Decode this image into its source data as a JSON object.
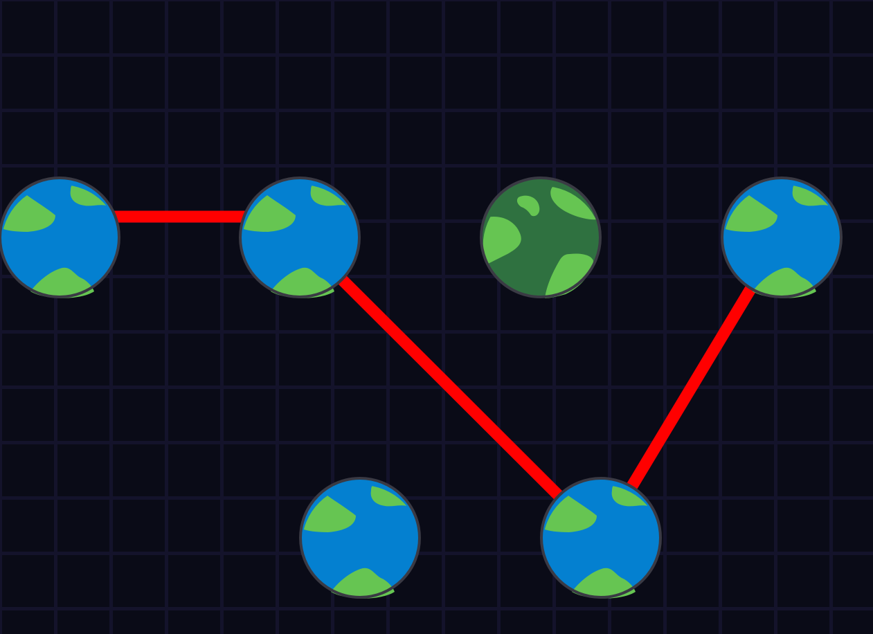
{
  "colors": {
    "background": "#0a0b17",
    "grid": "#14132b",
    "link": "#ff0000",
    "ocean": "#0480d0",
    "land": "#66c552",
    "dark_planet": "#2f7140",
    "outline": "#3a3a44"
  },
  "planets": [
    {
      "id": "p1",
      "icon": "earth-icon",
      "variant": "blue"
    },
    {
      "id": "p2",
      "icon": "earth-icon",
      "variant": "blue"
    },
    {
      "id": "p3",
      "icon": "earth-icon",
      "variant": "green"
    },
    {
      "id": "p4",
      "icon": "earth-icon",
      "variant": "blue"
    },
    {
      "id": "p5",
      "icon": "earth-icon",
      "variant": "blue"
    },
    {
      "id": "p6",
      "icon": "earth-icon",
      "variant": "blue"
    }
  ],
  "links": [
    {
      "from": "p1",
      "to": "p2"
    },
    {
      "from": "p2",
      "to": "p6"
    },
    {
      "from": "p6",
      "to": "p4"
    }
  ]
}
